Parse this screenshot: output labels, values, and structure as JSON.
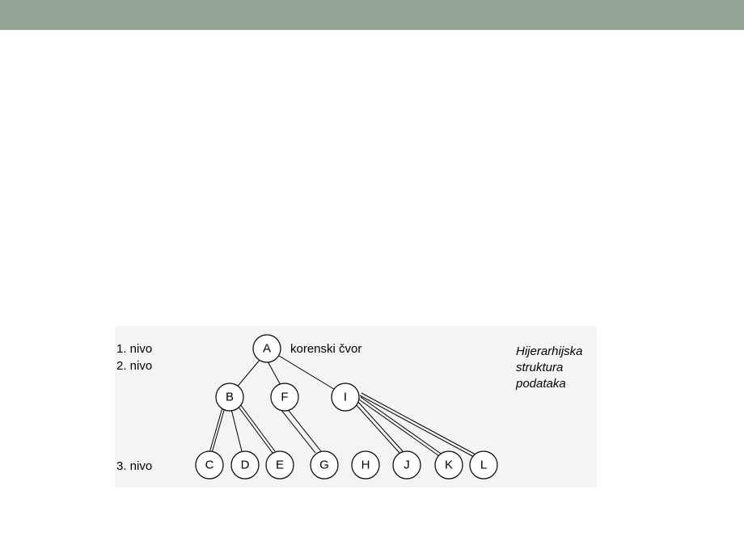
{
  "slide": {
    "header_color": "#95a296",
    "figure_background": "#f4f4f4"
  },
  "levels": {
    "level1": "1. nivo",
    "level2": "2. nivo",
    "level3": "3. nivo"
  },
  "root_note": "korenski čvor",
  "title_lines": [
    "Hijerarhijska",
    "struktura",
    "podataka"
  ],
  "nodes": {
    "A": "A",
    "B": "B",
    "F": "F",
    "I": "I",
    "C": "C",
    "D": "D",
    "E": "E",
    "G": "G",
    "H": "H",
    "J": "J",
    "K": "K",
    "L": "L"
  },
  "edges": [
    [
      "A",
      "B"
    ],
    [
      "A",
      "F"
    ],
    [
      "A",
      "I"
    ],
    [
      "B",
      "C"
    ],
    [
      "B",
      "D"
    ],
    [
      "B",
      "E"
    ],
    [
      "F",
      "G"
    ],
    [
      "I",
      "J"
    ],
    [
      "I",
      "K"
    ],
    [
      "I",
      "L"
    ]
  ]
}
